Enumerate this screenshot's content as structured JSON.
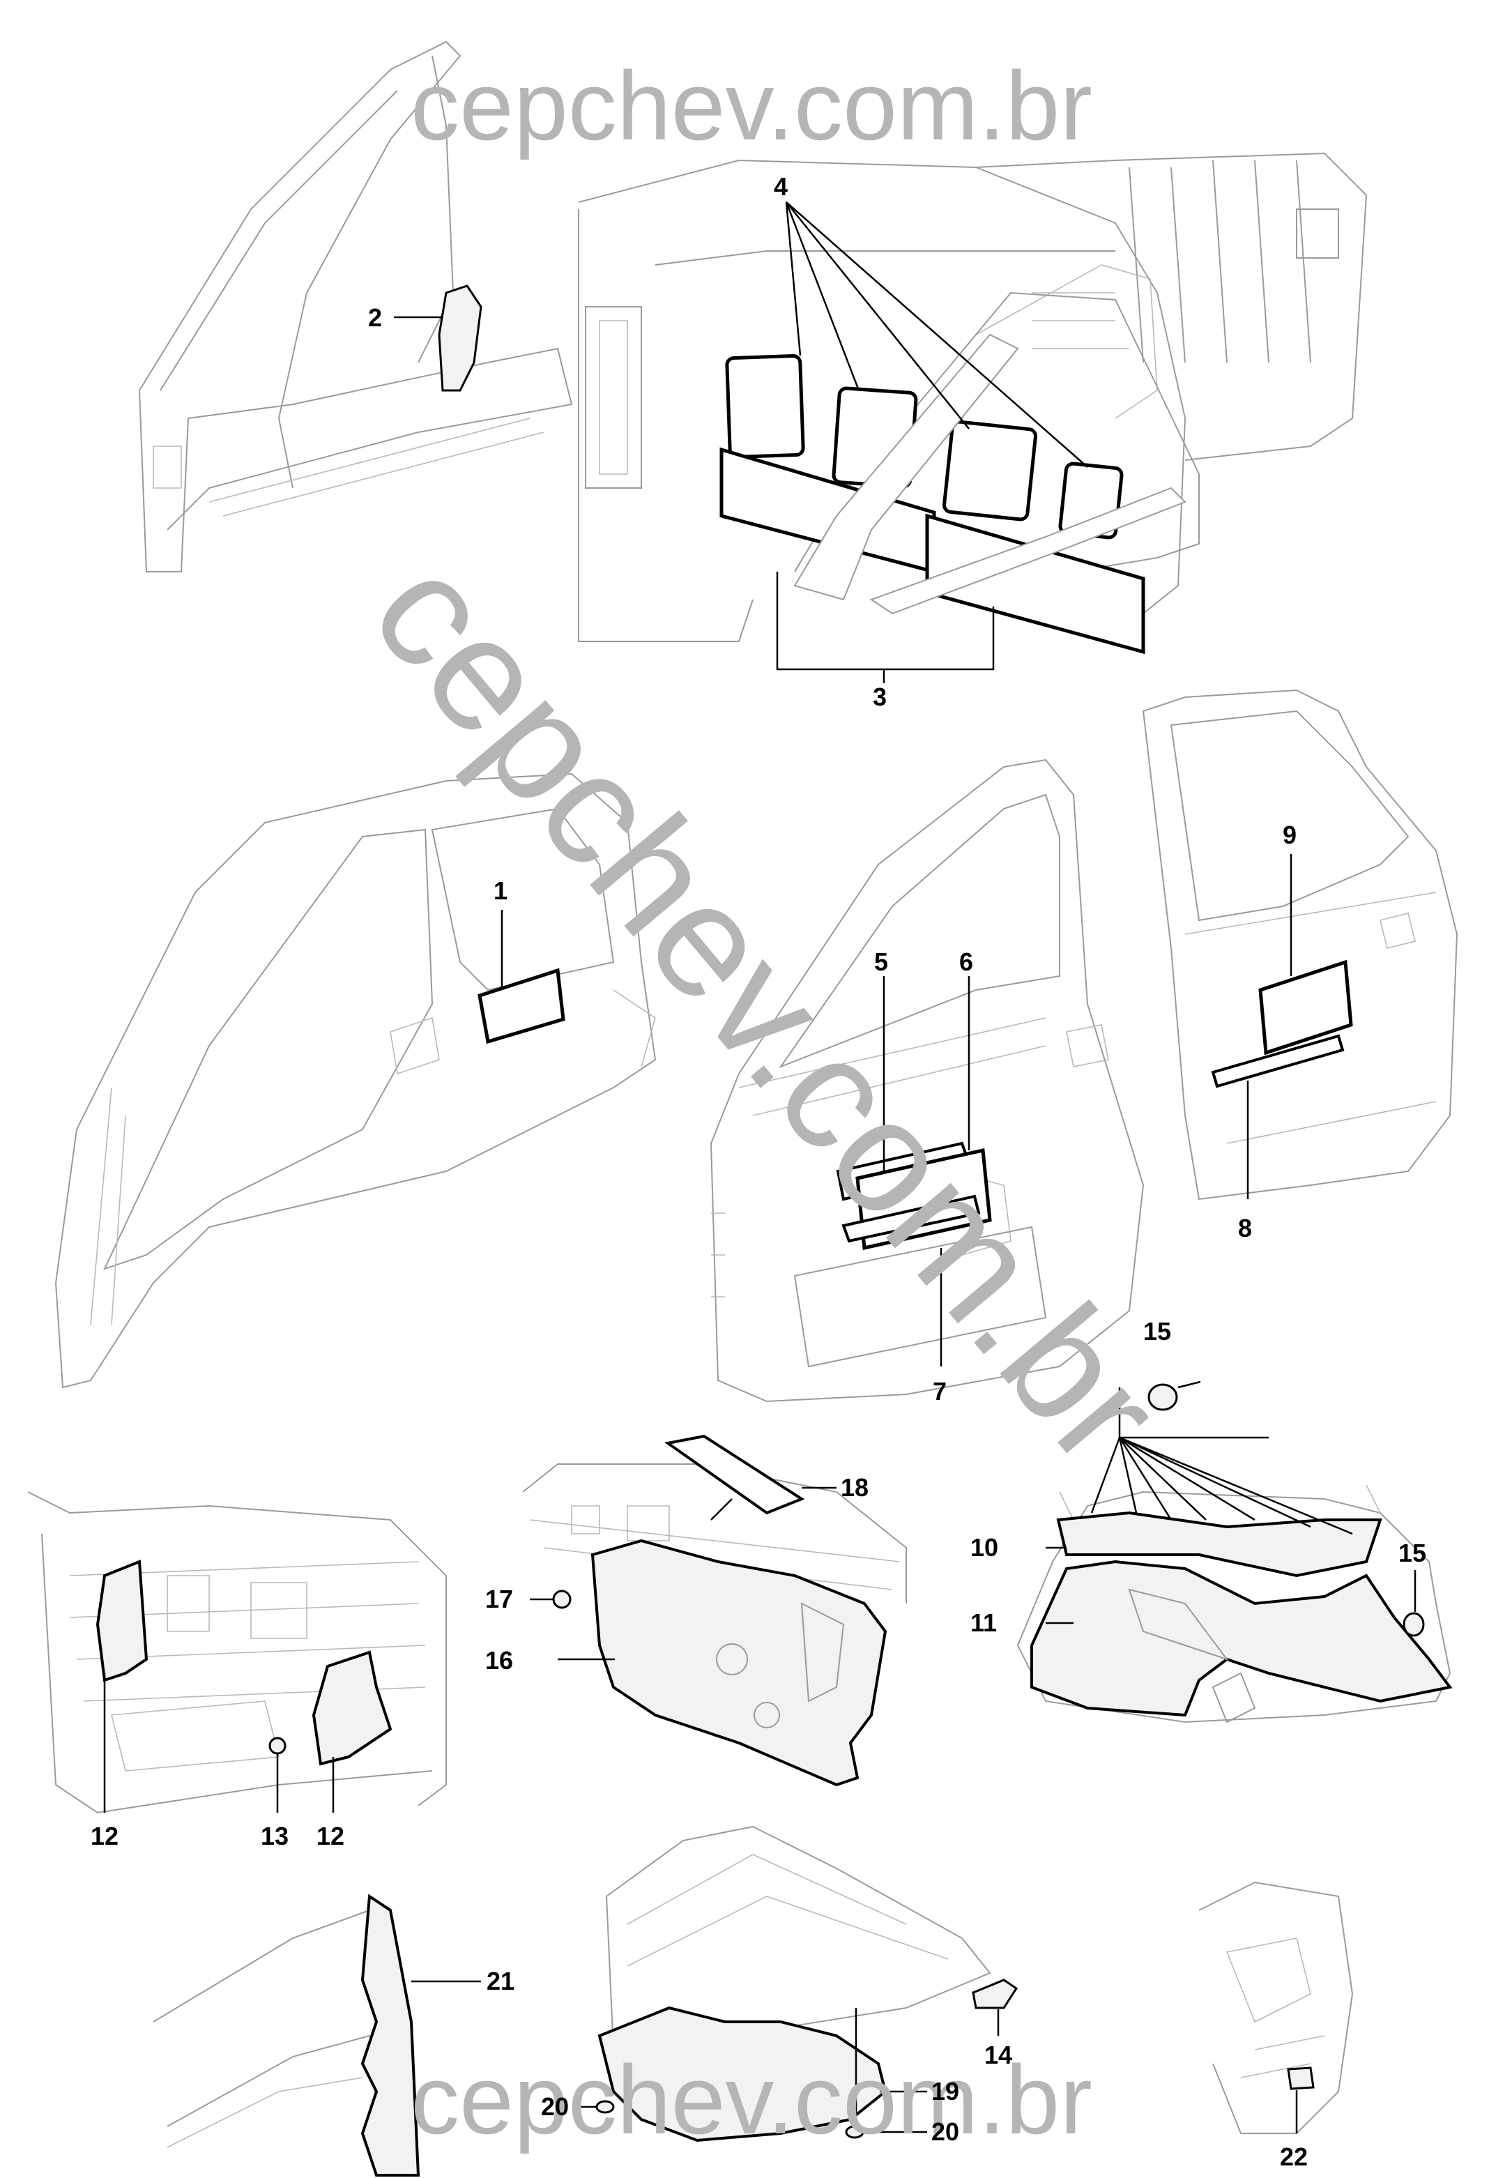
{
  "watermark": {
    "top_text": "cepchev.com.br",
    "bottom_text": "cepchev.com.br",
    "diagonal_text": "cepchev.com.br"
  },
  "callouts": {
    "c1": "1",
    "c2": "2",
    "c3": "3",
    "c4": "4",
    "c5": "5",
    "c6": "6",
    "c7": "7",
    "c8": "8",
    "c9": "9",
    "c10": "10",
    "c11": "11",
    "c12a": "12",
    "c12b": "12",
    "c13": "13",
    "c14": "14",
    "c15a": "15",
    "c15b": "15",
    "c16": "16",
    "c17": "17",
    "c18": "18",
    "c19": "19",
    "c20a": "20",
    "c20b": "20",
    "c21": "21",
    "c22": "22"
  },
  "colors": {
    "ink": "#000000",
    "ghost": "#9a9a9a",
    "watermark": "#b5b5b5"
  }
}
